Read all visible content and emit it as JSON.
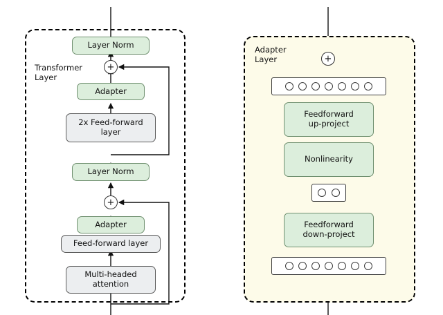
{
  "figure": {
    "left_panel": {
      "label": "Transformer\nLayer",
      "blocks": [
        {
          "id": "layer-norm-top",
          "text": "Layer Norm",
          "style": "green"
        },
        {
          "id": "add-top",
          "text": "+",
          "style": "node"
        },
        {
          "id": "adapter-top",
          "text": "Adapter",
          "style": "green"
        },
        {
          "id": "feed-forward-2x",
          "text": "2x Feed-forward\nlayer",
          "style": "grey"
        },
        {
          "id": "layer-norm-bottom",
          "text": "Layer Norm",
          "style": "green"
        },
        {
          "id": "add-bottom",
          "text": "+",
          "style": "node"
        },
        {
          "id": "adapter-bottom",
          "text": "Adapter",
          "style": "green"
        },
        {
          "id": "feed-forward-layer",
          "text": "Feed-forward layer",
          "style": "grey"
        },
        {
          "id": "multi-headed-attention",
          "text": "Multi-headed\nattention",
          "style": "grey"
        }
      ]
    },
    "right_panel": {
      "label": "Adapter\nLayer",
      "blocks": [
        {
          "id": "adapter-add",
          "text": "+",
          "style": "node"
        },
        {
          "id": "tokens-top",
          "text": "",
          "style": "tokens",
          "count": 7
        },
        {
          "id": "feedforward-up-project",
          "text": "Feedforward\nup-project",
          "style": "green"
        },
        {
          "id": "nonlinearity",
          "text": "Nonlinearity",
          "style": "green"
        },
        {
          "id": "tokens-middle",
          "text": "",
          "style": "tokens",
          "count": 2
        },
        {
          "id": "feedforward-down-project",
          "text": "Feedforward\ndown-project",
          "style": "green"
        },
        {
          "id": "tokens-bottom",
          "text": "",
          "style": "tokens",
          "count": 7
        }
      ]
    },
    "colors": {
      "green_fill": "#dceedc",
      "grey_fill": "#eceef0",
      "panel_fill": "#fdfbe9",
      "stroke": "#333333"
    }
  }
}
